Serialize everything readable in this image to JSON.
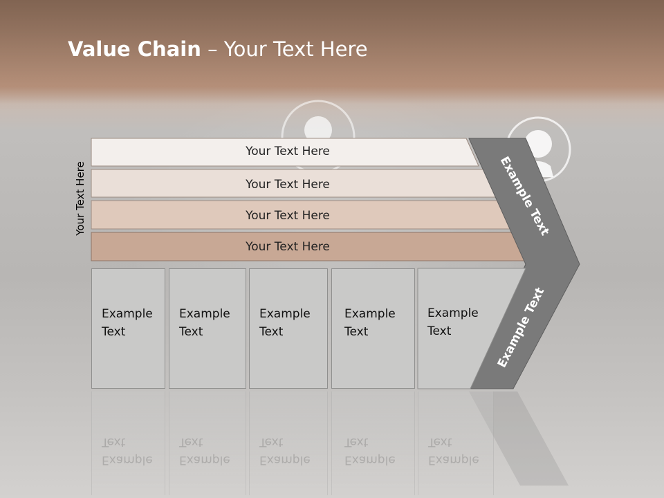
{
  "slide": {
    "title_bold": "Value Chain",
    "title_rest": " – Your Text Here",
    "side_label": "Your Text Here"
  },
  "bars": [
    {
      "label": "Your Text Here",
      "color": "#f3efec"
    },
    {
      "label": "Your Text Here",
      "color": "#eadfd8"
    },
    {
      "label": "Your Text Here",
      "color": "#dfc9bb"
    },
    {
      "label": "Your Text Here",
      "color": "#c8a895"
    }
  ],
  "chevron": {
    "upper_label": "Example Text",
    "lower_label": "Example Text",
    "color": "#7a7a7a"
  },
  "cells": [
    {
      "line1": "Example",
      "line2": "Text"
    },
    {
      "line1": "Example",
      "line2": "Text"
    },
    {
      "line1": "Example",
      "line2": "Text"
    },
    {
      "line1": "Example",
      "line2": "Text"
    },
    {
      "line1": "Example",
      "line2": "Text"
    }
  ]
}
